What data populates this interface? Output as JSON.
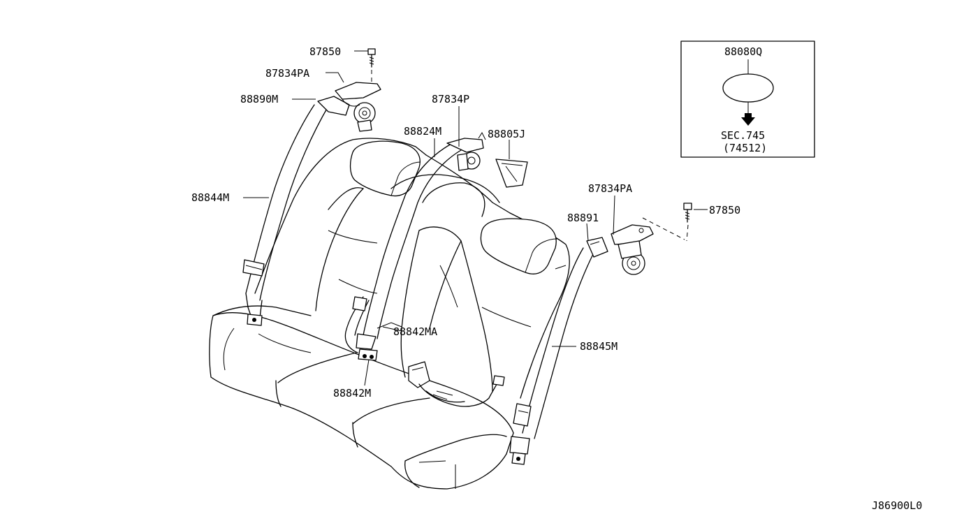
{
  "diagram_id": "J86900L0",
  "callouts": {
    "bolt_upper_left": "87850",
    "anchor_upper_left": "87834PA",
    "retractor_upper_left": "88890M",
    "belt_left": "88844M",
    "anchor_center": "87834P",
    "retractor_center": "88824M",
    "cover_center": "88805J",
    "anchor_right": "87834PA",
    "bolt_right": "87850",
    "retractor_right": "88891",
    "buckle_right": "88842MA",
    "buckle_left": "88842M",
    "belt_right": "88845M"
  },
  "inset": {
    "part_number": "88080Q",
    "section_ref": "SEC.745",
    "section_sub": "(74512)"
  }
}
